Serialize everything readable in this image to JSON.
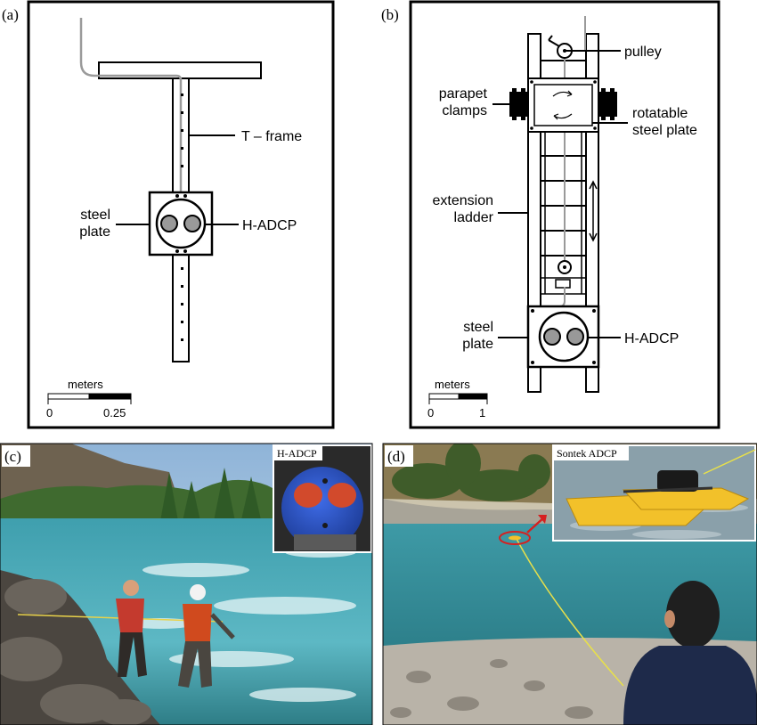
{
  "panels": {
    "a": {
      "id": "(a)",
      "labels": {
        "frame": "T – frame",
        "plate": "steel\nplate",
        "adcp": "H-ADCP"
      },
      "scale": {
        "unit": "meters",
        "min": "0",
        "max": "0.25"
      }
    },
    "b": {
      "id": "(b)",
      "labels": {
        "pulley": "pulley",
        "clamps": "parapet\nclamps",
        "rotatable": "rotatable\nsteel plate",
        "ladder": "extension\nladder",
        "plate": "steel\nplate",
        "adcp": "H-ADCP"
      },
      "scale": {
        "unit": "meters",
        "min": "0",
        "max": "1"
      }
    },
    "c": {
      "id": "(c)",
      "inset_title": "H-ADCP"
    },
    "d": {
      "id": "(d)",
      "inset_title": "Sontek ADCP"
    }
  },
  "colors": {
    "cable": "#9a9a9a",
    "adcp_transducer": "#999999",
    "river": "#3f9fae",
    "adcp_body": "#1f4fc8",
    "adcp_face": "#d24a2c",
    "boat": "#f2c12a",
    "marker": "#d62020"
  }
}
